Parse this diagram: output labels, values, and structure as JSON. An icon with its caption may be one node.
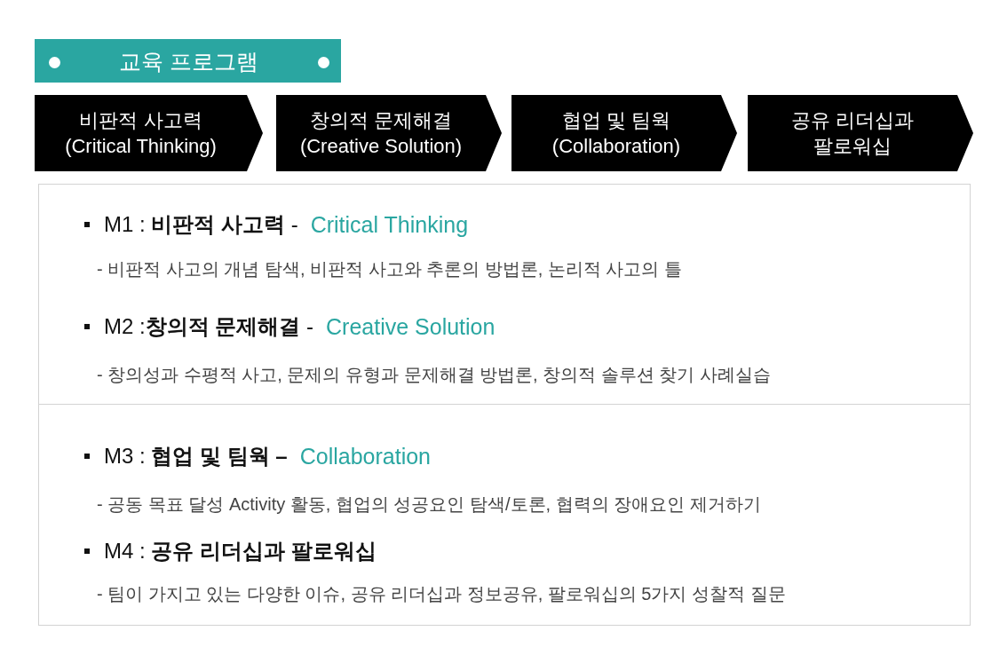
{
  "diagram": {
    "title": "교육 프로그램",
    "nodes": [
      {
        "text": [
          "비판적 사고력 (Critical Thinking)"
        ]
      },
      {
        "text": [
          "창의적 문제해결 (Creative Solution)"
        ]
      },
      {
        "text": [
          "협업 및 팀웍 (Collaboration)"
        ]
      },
      {
        "text": [
          "공유 리더십과 팔로워십"
        ]
      },
      {
        "text": [
          "M1 : **비판적 사고력** -",
          "Critical Thinking",
          "- 비판적 사고의 개념 탐색, 비판적 사고와 추론의 방법론, 논리적 사고의 틀",
          "M2 :**창의적 문제해결** -",
          "Creative Solution",
          "- 창의성과 수평적 사고, 문제의 유형과 문제해결 방법론, 창의적 솔루션 찾기 사례실습"
        ]
      },
      {
        "text": [
          "M3 : **협업 및 팀웍 –**",
          "Collaboration",
          "- 공동 목표 달성 Activity 활동, 협업의 성공요인 탐색/토론, 협력의 장애요인 제거하기",
          "M4 : **공유 리더십과 팔로워십**",
          "- 팀이 가지고 있는 다양한 이슈, 공유 리더십과 정보공유, 팔로워십의 5가지 성찰적 질문"
        ]
      }
    ]
  }
}
